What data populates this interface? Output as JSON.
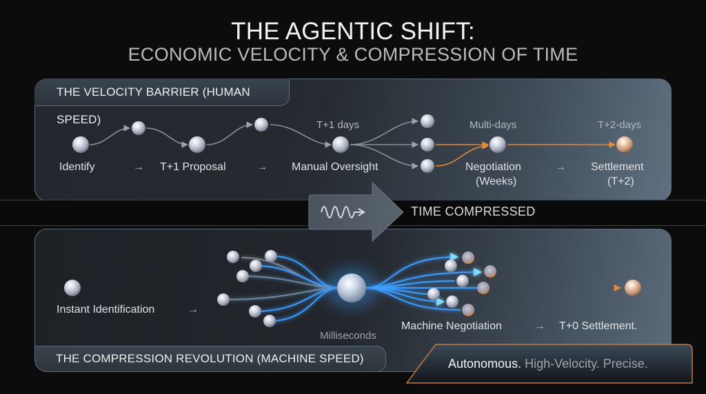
{
  "header": {
    "title": "THE AGENTIC SHIFT:",
    "subtitle": "ECONOMIC VELOCITY & COMPRESSION OF TIME"
  },
  "top_panel": {
    "tab_label": "THE VELOCITY BARRIER (HUMAN SPEED)",
    "steps": [
      {
        "label": "Identify",
        "note": ""
      },
      {
        "label": "T+1 Proposal",
        "note": ""
      },
      {
        "label": "Manual Oversight",
        "note": "T+1 days"
      },
      {
        "label": "Negotiation",
        "label2": "(Weeks)",
        "note": "Multi-days"
      },
      {
        "label": "Settlement",
        "label2": "(T+2)",
        "note": "T+2-days"
      }
    ],
    "arrow_glyph": "→"
  },
  "divider": {
    "icon": "wave-arrow-icon",
    "label": "TIME COMPRESSED"
  },
  "bottom_panel": {
    "tab_label": "THE COMPRESSION REVOLUTION (MACHINE SPEED)",
    "steps": [
      {
        "label": "Instant Identification"
      },
      {
        "label": "Machine Negotiation"
      },
      {
        "label": "T+0 Settlement."
      }
    ],
    "timing_note": "Milliseconds",
    "arrow_glyph": "→"
  },
  "tagline": {
    "part1": "Autonomous.",
    "part2": " High-Velocity. Precise."
  },
  "colors": {
    "background": "#0c0c0d",
    "accent_blue": "#2f8cff",
    "accent_cyan": "#6fe3ff",
    "accent_orange": "#e58a3a",
    "panel_border": "#5c6a78"
  }
}
